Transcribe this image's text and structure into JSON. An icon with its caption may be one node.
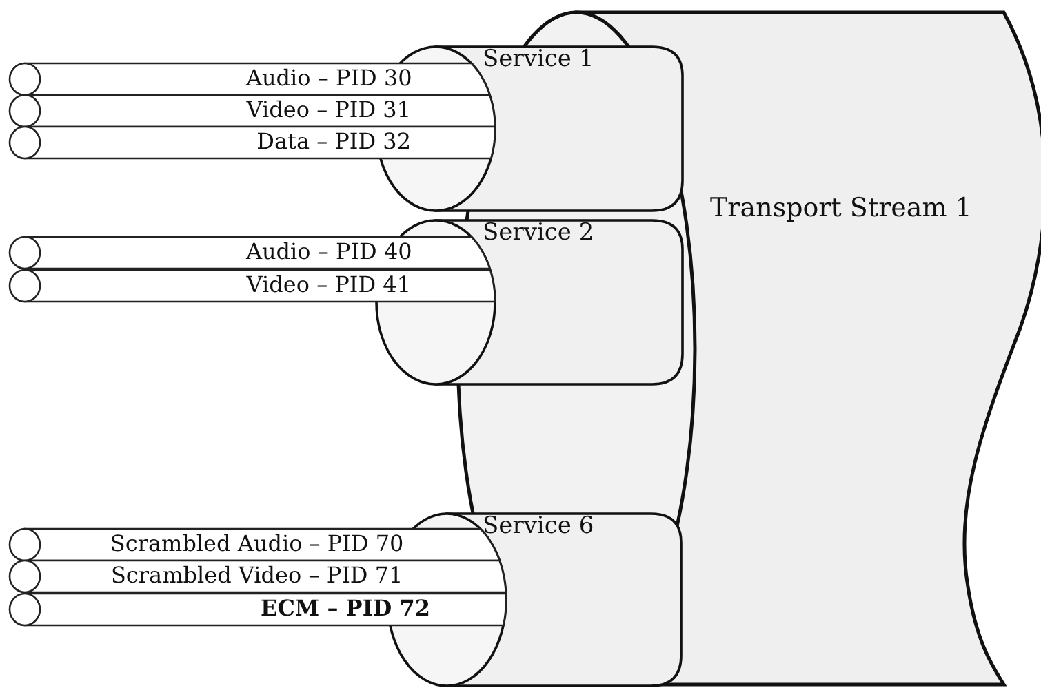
{
  "diagram": {
    "nodes": [
      {
        "text": [
          "Transport Stream 1"
        ]
      },
      {
        "text": [
          "Service 1"
        ]
      },
      {
        "text": [
          "Service 2"
        ]
      },
      {
        "text": [
          "Service 6"
        ]
      },
      {
        "text": [
          "Audio – PID 30"
        ]
      },
      {
        "text": [
          "Video – PID 31"
        ]
      },
      {
        "text": [
          "Data – PID 32"
        ]
      },
      {
        "text": [
          "Audio – PID 40"
        ]
      },
      {
        "text": [
          "Video – PID 41"
        ]
      },
      {
        "text": [
          "Scrambled Audio – PID 70"
        ]
      },
      {
        "text": [
          "Scrambled Video – PID 71"
        ]
      },
      {
        "text": [
          "ECM – PID 72"
        ]
      }
    ]
  }
}
